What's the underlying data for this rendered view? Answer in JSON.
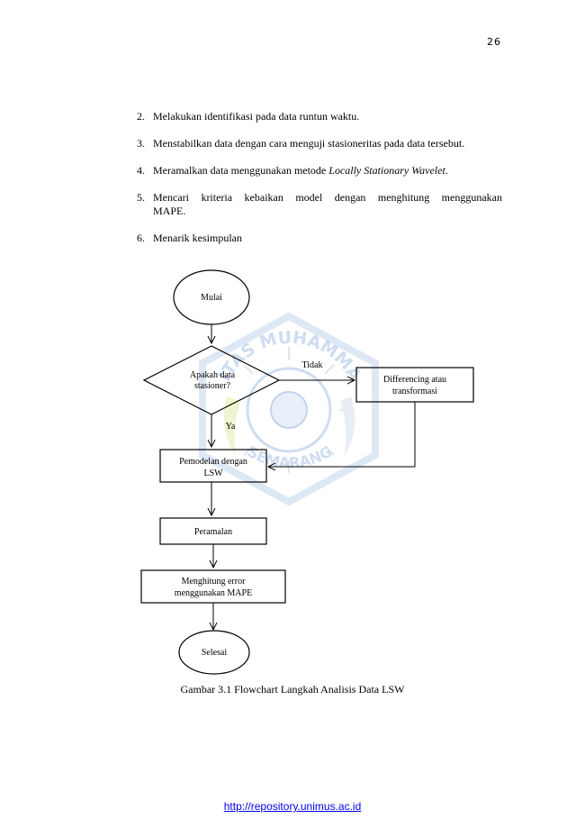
{
  "page_number": "26",
  "steps": [
    {
      "num": "2.",
      "text": "Melakukan identifikasi pada data runtun waktu."
    },
    {
      "num": "3.",
      "text": "Menstabilkan data dengan cara menguji stasioneritas pada data tersebut."
    },
    {
      "num": "4.",
      "text_before": "Meramalkan data menggunakan metode ",
      "text_italic": "Locally Stationary Wavelet",
      "text_after": "."
    },
    {
      "num": "5.",
      "text": "Mencari kriteria kebaikan model dengan menghitung menggunakan",
      "continuation": "MAPE."
    },
    {
      "num": "6.",
      "text": "Menarik kesimpulan"
    }
  ],
  "flowchart": {
    "start": "Mulai",
    "decision": [
      "Apakah data",
      "stasioner?"
    ],
    "no_label": "Tidak",
    "yes_label": "Ya",
    "transform": [
      "Differencing atau",
      "transformasi"
    ],
    "model": [
      "Pemodelan dengan",
      "LSW"
    ],
    "forecast": "Peramalan",
    "error": [
      "Menghitung error",
      "menggunakan MAPE"
    ],
    "end": "Selesai"
  },
  "watermark": {
    "top_text": "ITAS MUHAMMA",
    "bottom_text": "SEMARANG",
    "color": "#c7d6ee"
  },
  "caption": "Gambar 3.1 Flowchart Langkah Analisis Data LSW",
  "footer_link": "http://repository.unimus.ac.id"
}
